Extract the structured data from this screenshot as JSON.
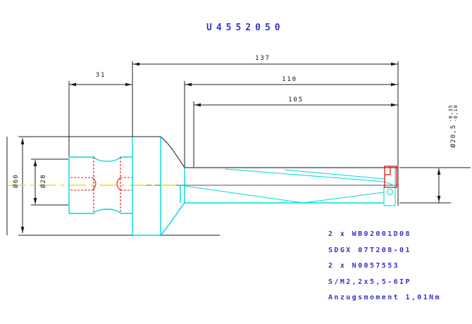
{
  "title": "U4552050",
  "dims": {
    "overall_length": "137",
    "length_110": "110",
    "length_105": "105",
    "shank_length": "31",
    "dia_flange": "Ø60",
    "dia_neck": "Ø28",
    "dia_cut": "Ø20,5",
    "dia_cut_tol_upper": "-0,35",
    "dia_cut_tol_lower": "-0,10"
  },
  "parts": [
    "2 x WB02001D08",
    "SDGX 07T208-01",
    "2 x N0057553",
    "S/M2,2x5,5-6IP",
    "Anzugsmoment 1,01Nm"
  ],
  "colors": {
    "part_outline": "#00dada",
    "hidden_lines": "#e51212",
    "centerline": "#efe000",
    "dimension_lines": "#1c1c1c",
    "dark_geometry": "#3f3f3f",
    "text_blue": "#3232d2"
  }
}
